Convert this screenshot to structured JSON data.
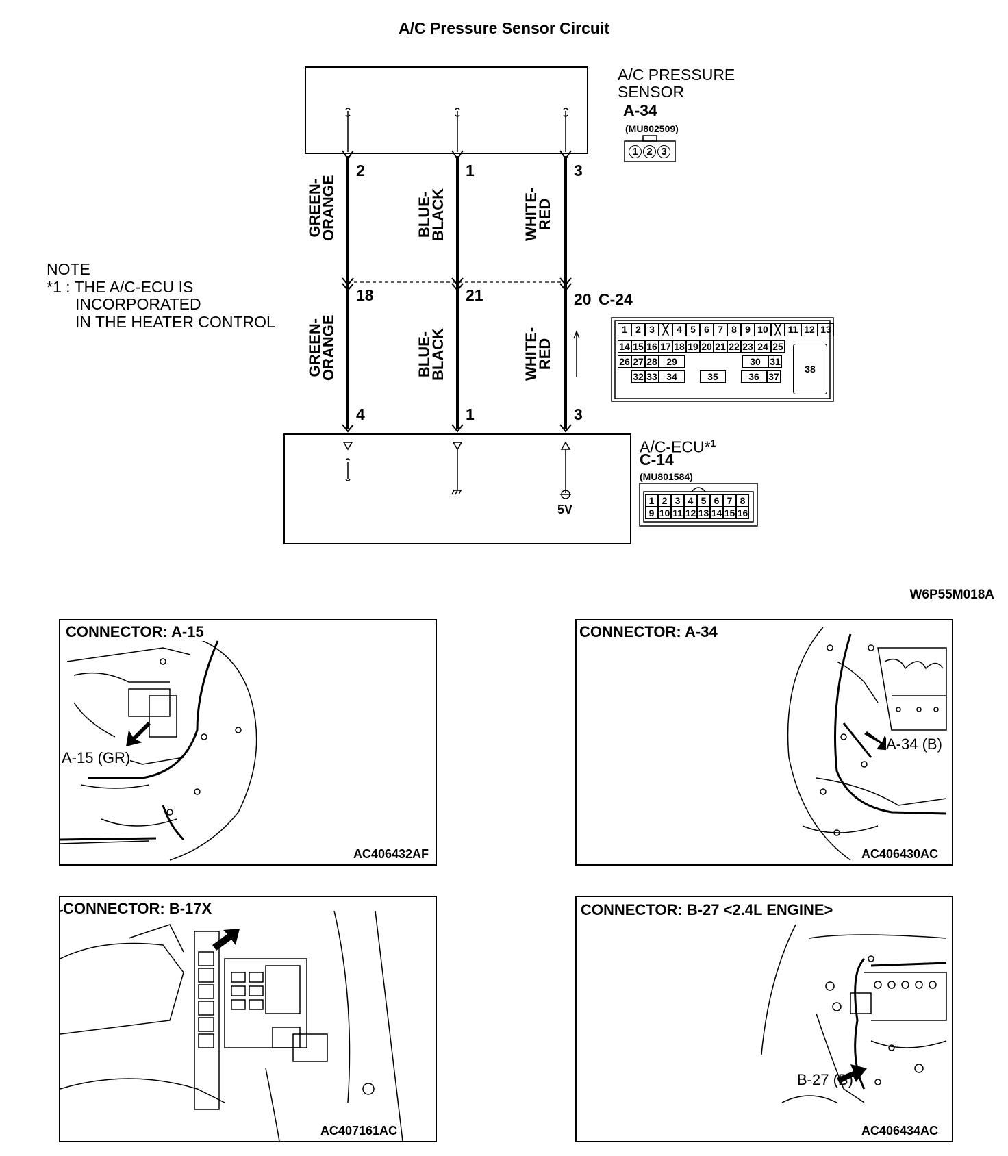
{
  "title": "A/C Pressure Sensor Circuit",
  "sensor": {
    "name_line1": "A/C PRESSURE",
    "name_line2": "SENSOR",
    "connector": "A-34",
    "part_no": "(MU802509)",
    "pins_face": [
      "1",
      "2",
      "3"
    ]
  },
  "wires_upper": [
    {
      "pin_top": "2",
      "color_l1": "GREEN-",
      "color_l2": "ORANGE"
    },
    {
      "pin_top": "1",
      "color_l1": "BLUE-",
      "color_l2": "BLACK"
    },
    {
      "pin_top": "3",
      "color_l1": "WHITE-",
      "color_l2": "RED"
    }
  ],
  "intermediate": {
    "pins": [
      "18",
      "21",
      "20"
    ],
    "connector": "C-24",
    "grid_row1": [
      "1",
      "2",
      "3",
      "",
      "4",
      "5",
      "6",
      "7",
      "8",
      "9",
      "10",
      "",
      "11",
      "12",
      "13"
    ],
    "grid_row2": [
      "14",
      "15",
      "16",
      "17",
      "18",
      "19",
      "20",
      "21",
      "22",
      "23",
      "24",
      "25"
    ],
    "grid_row3": [
      "26",
      "27",
      "28",
      "29",
      "30",
      "31"
    ],
    "grid_row4": [
      "32",
      "33",
      "34",
      "35",
      "36",
      "37"
    ],
    "big_pin": "38"
  },
  "wires_lower": [
    {
      "pin_bottom": "4",
      "color_l1": "GREEN-",
      "color_l2": "ORANGE"
    },
    {
      "pin_bottom": "1",
      "color_l1": "BLUE-",
      "color_l2": "BLACK"
    },
    {
      "pin_bottom": "3",
      "color_l1": "WHITE-",
      "color_l2": "RED"
    }
  ],
  "ecu": {
    "name": "A/C-ECU*",
    "sup": "1",
    "connector": "C-14",
    "part_no": "(MU801584)",
    "grid_row1": [
      "1",
      "2",
      "3",
      "4",
      "5",
      "6",
      "7",
      "8"
    ],
    "grid_row2": [
      "9",
      "10",
      "11",
      "12",
      "13",
      "14",
      "15",
      "16"
    ],
    "voltage": "5V"
  },
  "note": {
    "heading": "NOTE",
    "line1": "*1 : THE A/C-ECU IS",
    "line2": "INCORPORATED",
    "line3": "IN THE HEATER CONTROL"
  },
  "figure_code": "W6P55M018A",
  "panels": [
    {
      "title": "CONNECTOR: A-15",
      "callout": "A-15 (GR)",
      "code": "AC406432AF"
    },
    {
      "title": "CONNECTOR: A-34",
      "callout": "A-34 (B)",
      "code": "AC406430AC"
    },
    {
      "title": "CONNECTOR: B-17X",
      "callout": "",
      "code": "AC407161AC"
    },
    {
      "title": "CONNECTOR: B-27 <2.4L ENGINE>",
      "callout": "B-27 (B)",
      "code": "AC406434AC"
    }
  ]
}
